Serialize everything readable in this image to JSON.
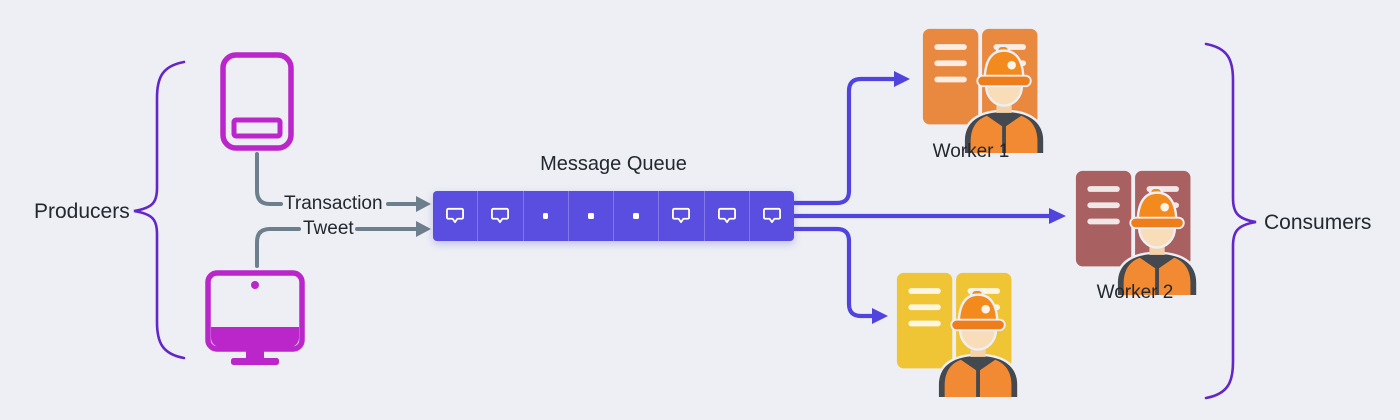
{
  "producers": {
    "label": "Producers",
    "devices": [
      {
        "name": "smartphone"
      },
      {
        "name": "desktop-computer"
      }
    ]
  },
  "flows": [
    {
      "label": "Transaction",
      "source": "smartphone",
      "target": "queue"
    },
    {
      "label": "Tweet",
      "source": "desktop-computer",
      "target": "queue"
    }
  ],
  "queue": {
    "title": "Message Queue",
    "cells": [
      "message",
      "message",
      "dot",
      "dot",
      "dot",
      "message",
      "message",
      "message"
    ]
  },
  "consumers": {
    "label": "Consumers",
    "workers": [
      {
        "label": "Worker 1",
        "doc_color": "#e9883f"
      },
      {
        "label": "Worker 2",
        "doc_color": "#a96060"
      },
      {
        "label": "",
        "doc_color": "#f0c535"
      }
    ]
  },
  "colors": {
    "background": "#edeff4",
    "producer_icon": "#ba26c9",
    "queue_fill": "#5a4ee0",
    "queue_divider": "#8278ea",
    "flow_arrow_gray": "#6d7e8c",
    "consumer_arrow_indigo": "#5143dd",
    "brace_purple": "#6326c9",
    "text": "#23282f",
    "helmet_orange": "#f28a1d",
    "vest_orange": "#f28a33",
    "shirt_dark": "#44484f",
    "skin": "#f9ddb8"
  }
}
